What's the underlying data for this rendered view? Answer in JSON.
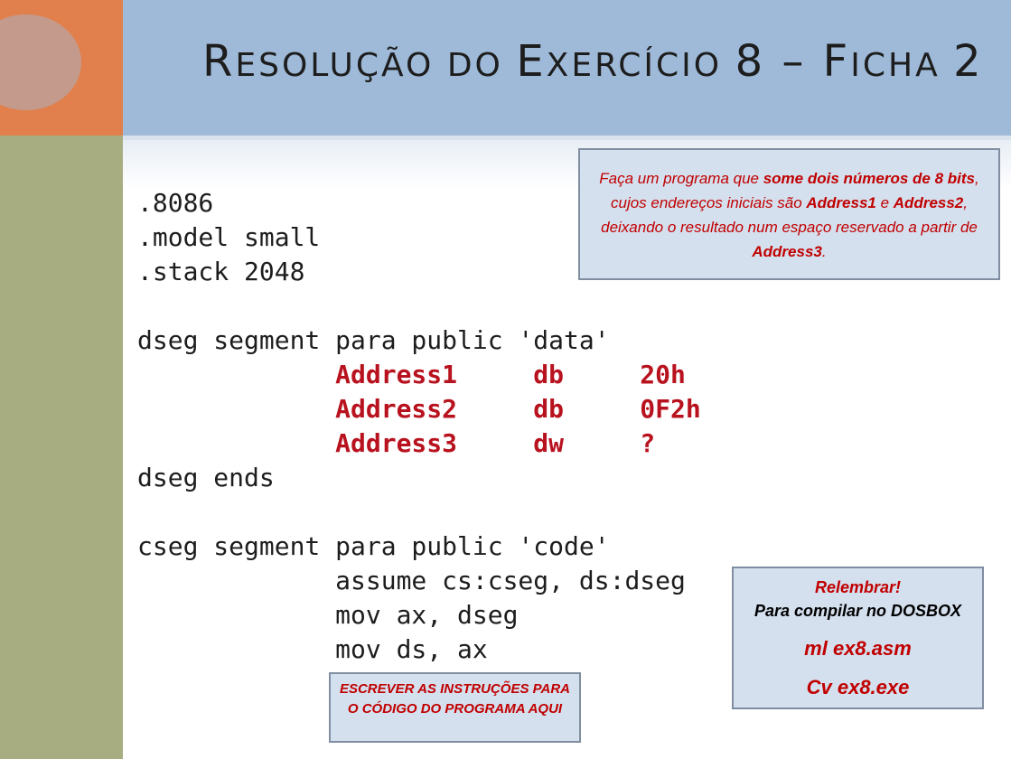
{
  "slide": {
    "title_parts": [
      {
        "text": "R",
        "style": "cap"
      },
      {
        "text": "ESOLUÇÃO DO ",
        "style": "small"
      },
      {
        "text": "E",
        "style": "cap"
      },
      {
        "text": "XERCÍCIO ",
        "style": "small"
      },
      {
        "text": "8 – F",
        "style": "cap"
      },
      {
        "text": "ICHA ",
        "style": "small"
      },
      {
        "text": "2",
        "style": "cap"
      }
    ],
    "colors": {
      "accent_orange": "#e1804c",
      "header_blue": "#9fbad8",
      "sidebar_olive": "#a7ad80",
      "highlight_red": "#b8121e",
      "box_fill": "#d5e0ee"
    }
  },
  "code": {
    "lines": [
      {
        "text": ".8086",
        "color": "default"
      },
      {
        "text": ".model small",
        "color": "default"
      },
      {
        "text": ".stack 2048",
        "color": "default"
      },
      {
        "text": "",
        "color": "default"
      },
      {
        "text": "dseg segment para public 'data'",
        "color": "default"
      },
      {
        "text": "             Address1     db     20h",
        "color": "red"
      },
      {
        "text": "             Address2     db     0F2h",
        "color": "red"
      },
      {
        "text": "             Address3     dw     ?",
        "color": "red"
      },
      {
        "text": "dseg ends",
        "color": "default"
      },
      {
        "text": "",
        "color": "default"
      },
      {
        "text": "cseg segment para public 'code'",
        "color": "default"
      },
      {
        "text": "             assume cs:cseg, ds:dseg",
        "color": "default"
      },
      {
        "text": "             mov ax, dseg",
        "color": "default"
      },
      {
        "text": "             mov ds, ax",
        "color": "default"
      }
    ]
  },
  "task_box": {
    "segments": [
      {
        "text": "Faça um programa que ",
        "bold": false
      },
      {
        "text": "some dois números de 8 bits",
        "bold": true
      },
      {
        "text": ", cujos endereços iniciais são ",
        "bold": false
      },
      {
        "text": "Address1",
        "bold": true
      },
      {
        "text": " e ",
        "bold": false
      },
      {
        "text": "Address2",
        "bold": true
      },
      {
        "text": ", deixando o resultado num espaço reservado a partir de ",
        "bold": false
      },
      {
        "text": "Address3",
        "bold": true
      },
      {
        "text": ".",
        "bold": false
      }
    ]
  },
  "reminder_box": {
    "heading": "Relembrar!",
    "subheading": "Para compilar no DOSBOX",
    "command1": "ml ex8.asm",
    "command2": "Cv ex8.exe"
  },
  "write_box": {
    "text": "ESCREVER AS INSTRUÇÕES PARA O CÓDIGO DO PROGRAMA AQUI"
  },
  "cursor_icon": "arrow-cursor-icon"
}
